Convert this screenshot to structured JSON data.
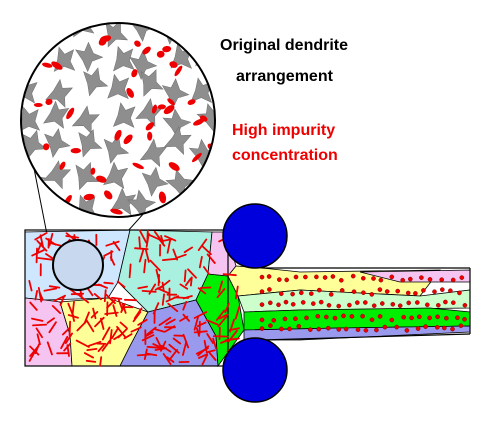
{
  "labels": {
    "original_line1": "Original dendrite",
    "original_line2": "arrangement",
    "impurity_line1": "High  impurity",
    "impurity_line2": "concentration"
  },
  "colors": {
    "impurity": "#ee0000",
    "dendrite": "#8e8e8e",
    "roller": "#0000dd",
    "outline": "#000000",
    "magnifier_lens": "#c8d8ee",
    "grain_light_blue": "#cfe6ff",
    "grain_pink": "#f5c4f0",
    "grain_yellow": "#ffff99",
    "grain_green": "#00ee00",
    "grain_mint": "#ccffcc",
    "grain_aqua": "#aaf0e0",
    "grain_violet": "#9999ee"
  },
  "icons": {
    "magnified_view": "magnified-microstructure-circle",
    "rollers": "roller-pair"
  }
}
